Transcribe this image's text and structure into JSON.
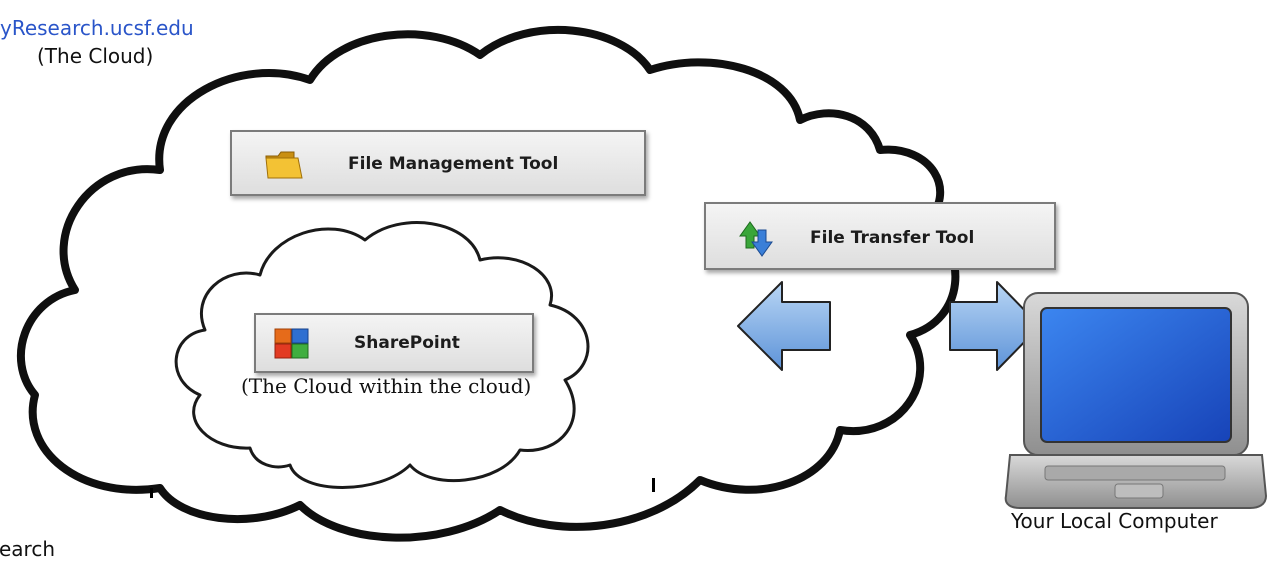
{
  "site": {
    "url_label": "yResearch.ucsf.edu",
    "cloud_label": "(The Cloud)"
  },
  "tools": {
    "file_management": "File Management Tool",
    "file_transfer": "File Transfer Tool",
    "sharepoint": "SharePoint"
  },
  "inner_cloud": {
    "label": "(The Cloud within the cloud)"
  },
  "computer": {
    "label": "Your Local Computer"
  },
  "bottom_partial": "earch",
  "icons": [
    "folder-icon",
    "transfer-arrows-icon",
    "sharepoint-logo-icon",
    "left-arrow-icon",
    "right-arrow-icon",
    "laptop-icon"
  ],
  "colors": {
    "link_blue": "#2a55c9",
    "arrow_fill": "#7fb0e8",
    "laptop_screen": "#1f5fd8"
  }
}
